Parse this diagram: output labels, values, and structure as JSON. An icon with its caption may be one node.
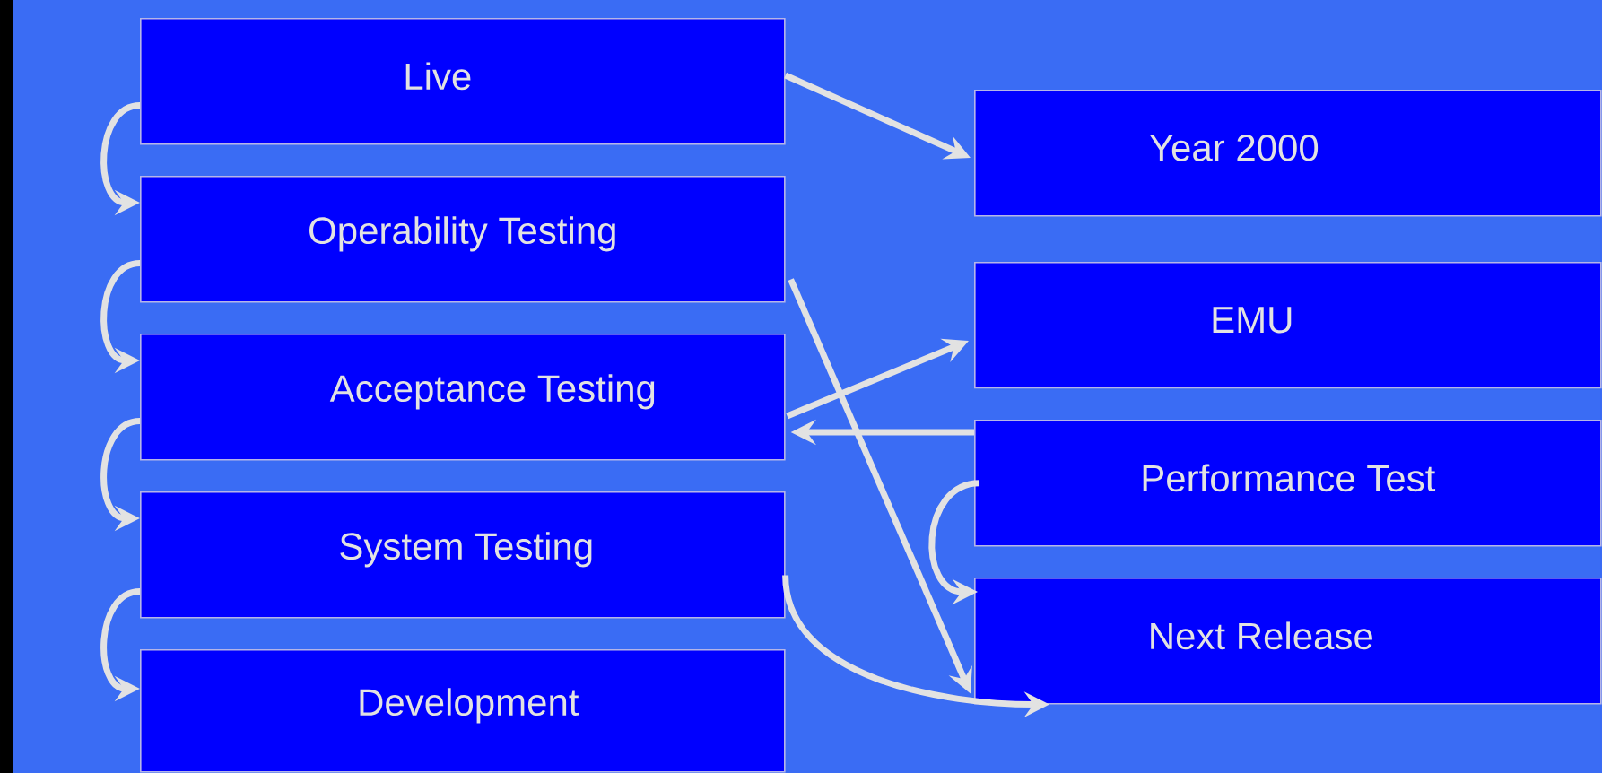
{
  "diagram": {
    "nodes": [
      {
        "text": [
          "Live"
        ]
      },
      {
        "text": [
          "Operability Testing"
        ]
      },
      {
        "text": [
          "Acceptance Testing"
        ]
      },
      {
        "text": [
          "System Testing"
        ]
      },
      {
        "text": [
          "Development"
        ]
      },
      {
        "text": [
          "Year 2000"
        ]
      },
      {
        "text": [
          "EMU"
        ]
      },
      {
        "text": [
          "Performance Test"
        ]
      },
      {
        "text": [
          "Next Release"
        ]
      }
    ],
    "edges": [
      {
        "from": 0,
        "to": 1,
        "arrow": "to"
      },
      {
        "from": 1,
        "to": 2,
        "arrow": "to"
      },
      {
        "from": 2,
        "to": 3,
        "arrow": "to"
      },
      {
        "from": 3,
        "to": 4,
        "arrow": "to"
      },
      {
        "from": 0,
        "to": 5,
        "arrow": "to"
      },
      {
        "from": 1,
        "to": 8,
        "arrow": "to"
      },
      {
        "from": 2,
        "to": 6,
        "arrow": "to"
      },
      {
        "from": 7,
        "to": 2,
        "arrow": "to"
      },
      {
        "from": 7,
        "to": 8,
        "arrow": "to"
      },
      {
        "from": 3,
        "to": 8,
        "arrow": "to"
      }
    ]
  }
}
